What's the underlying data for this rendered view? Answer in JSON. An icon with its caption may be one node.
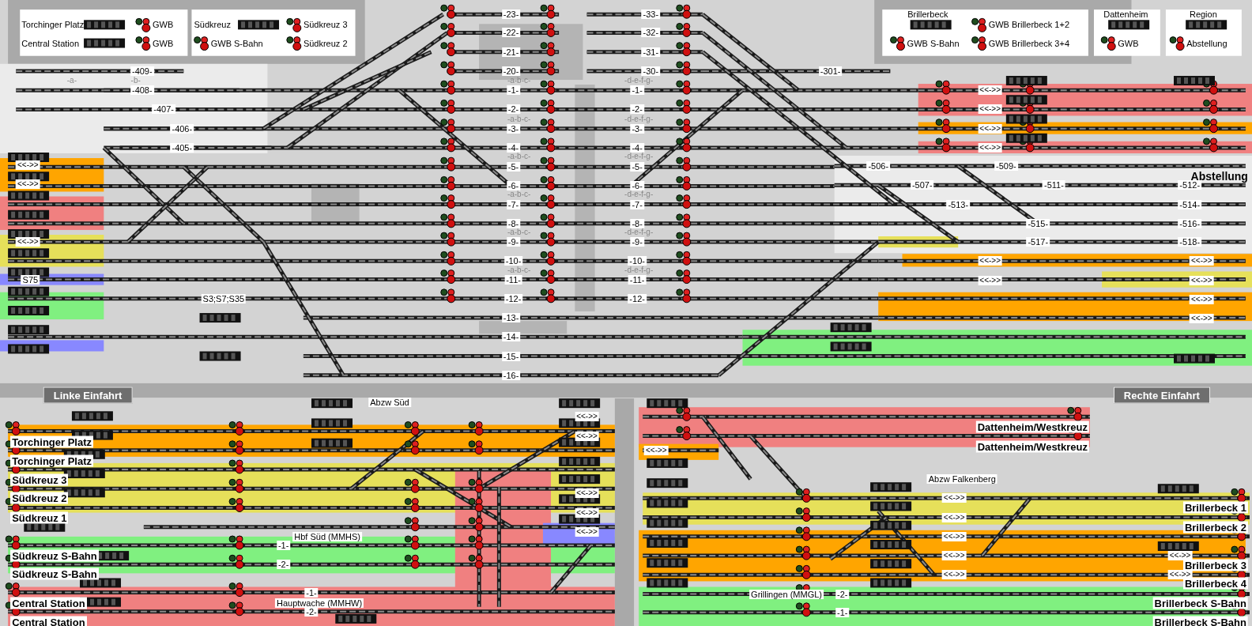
{
  "diagram": {
    "labels": [
      "-409-",
      "-a-",
      "-b-",
      "-408-",
      "-407-",
      "-406-",
      "-405-",
      "-23-",
      "-33-",
      "-22-",
      "-32-",
      "-21-",
      "-31-",
      "-20-",
      "-30-",
      "-301-",
      "-a-b-c-",
      "-d-e-f-g-",
      "-1-",
      "-1-",
      "-2-",
      "-2-",
      "-a-b-c-",
      "-d-e-f-g-",
      "-3-",
      "-3-",
      "-4-",
      "-4-",
      "-a-b-c-",
      "-d-e-f-g-",
      "-5-",
      "-5-",
      "-6-",
      "-6-",
      "-a-b-c-",
      "-d-e-f-g-",
      "-7-",
      "-7-",
      "-8-",
      "-8-",
      "-a-b-c-",
      "-d-e-f-g-",
      "-9-",
      "-9-",
      "-10-",
      "-10-",
      "-a-b-c-",
      "-d-e-f-g-",
      "-11-",
      "-11-",
      "-12-",
      "-12-",
      "-13-",
      "-14-",
      "-15-",
      "-16-",
      "<<->>",
      "<<->>",
      "<<->>",
      "<<->>",
      "-506-",
      "-509-",
      "Abstellung",
      "-507-",
      "-511-",
      "-512-",
      "-513-",
      "-514-",
      "-515-",
      "-516-",
      "-517-",
      "-518-",
      "<<->>",
      "<<->>",
      "<<->>",
      "S75",
      "S3;S7;S35",
      "<<->>",
      "<<->>",
      "<<->>",
      "<<->>",
      "<<->>",
      "<<->>",
      "Linke Einfahrt",
      "Rechte Einfahrt",
      "Abzw Süd",
      "Torchinger Platz",
      "Torchinger Platz",
      "Südkreuz 3",
      "Südkreuz 2",
      "Südkreuz 1",
      "Südkreuz S-Bahn",
      "Südkreuz S-Bahn",
      "Central Station",
      "Central Station",
      "Hbf Süd (MMHS)",
      "-1-",
      "-2-",
      "Hauptwache (MMHW)",
      "-1-",
      "-2-",
      "<<->>",
      "<<->>",
      "<<->>",
      "<<->>",
      "<<->>",
      "Dattenheim/Westkreuz",
      "Dattenheim/Westkreuz",
      "<<->>",
      "Abzw Falkenberg",
      "<<->>",
      "<<->>",
      "<<->>",
      "<<->>",
      "<<->>",
      "<<->>",
      "<<->>",
      "Grillingen (MMGL)",
      "-2-",
      "-1-",
      "Brillerbeck 1",
      "Brillerbeck 2",
      "Brillerbeck 3",
      "Brillerbeck 4",
      "Brillerbeck S-Bahn",
      "Brillerbeck S-Bahn"
    ],
    "legend": [
      {
        "text": "Torchinger Platz"
      },
      {
        "text": "GWB"
      },
      {
        "text": "Central Station"
      },
      {
        "text": "GWB"
      },
      {
        "text": "Südkreuz"
      },
      {
        "text": "Südkreuz 3"
      },
      {
        "text": "GWB S-Bahn"
      },
      {
        "text": "Südkreuz 2"
      },
      {
        "text": "Brillerbeck"
      },
      {
        "text": "GWB Brillerbeck 1+2"
      },
      {
        "text": "GWB S-Bahn"
      },
      {
        "text": "GWB Brillerbeck 3+4"
      },
      {
        "text": "Dattenheim"
      },
      {
        "text": "GWB"
      },
      {
        "text": "Region"
      },
      {
        "text": "Abstellung"
      }
    ]
  }
}
